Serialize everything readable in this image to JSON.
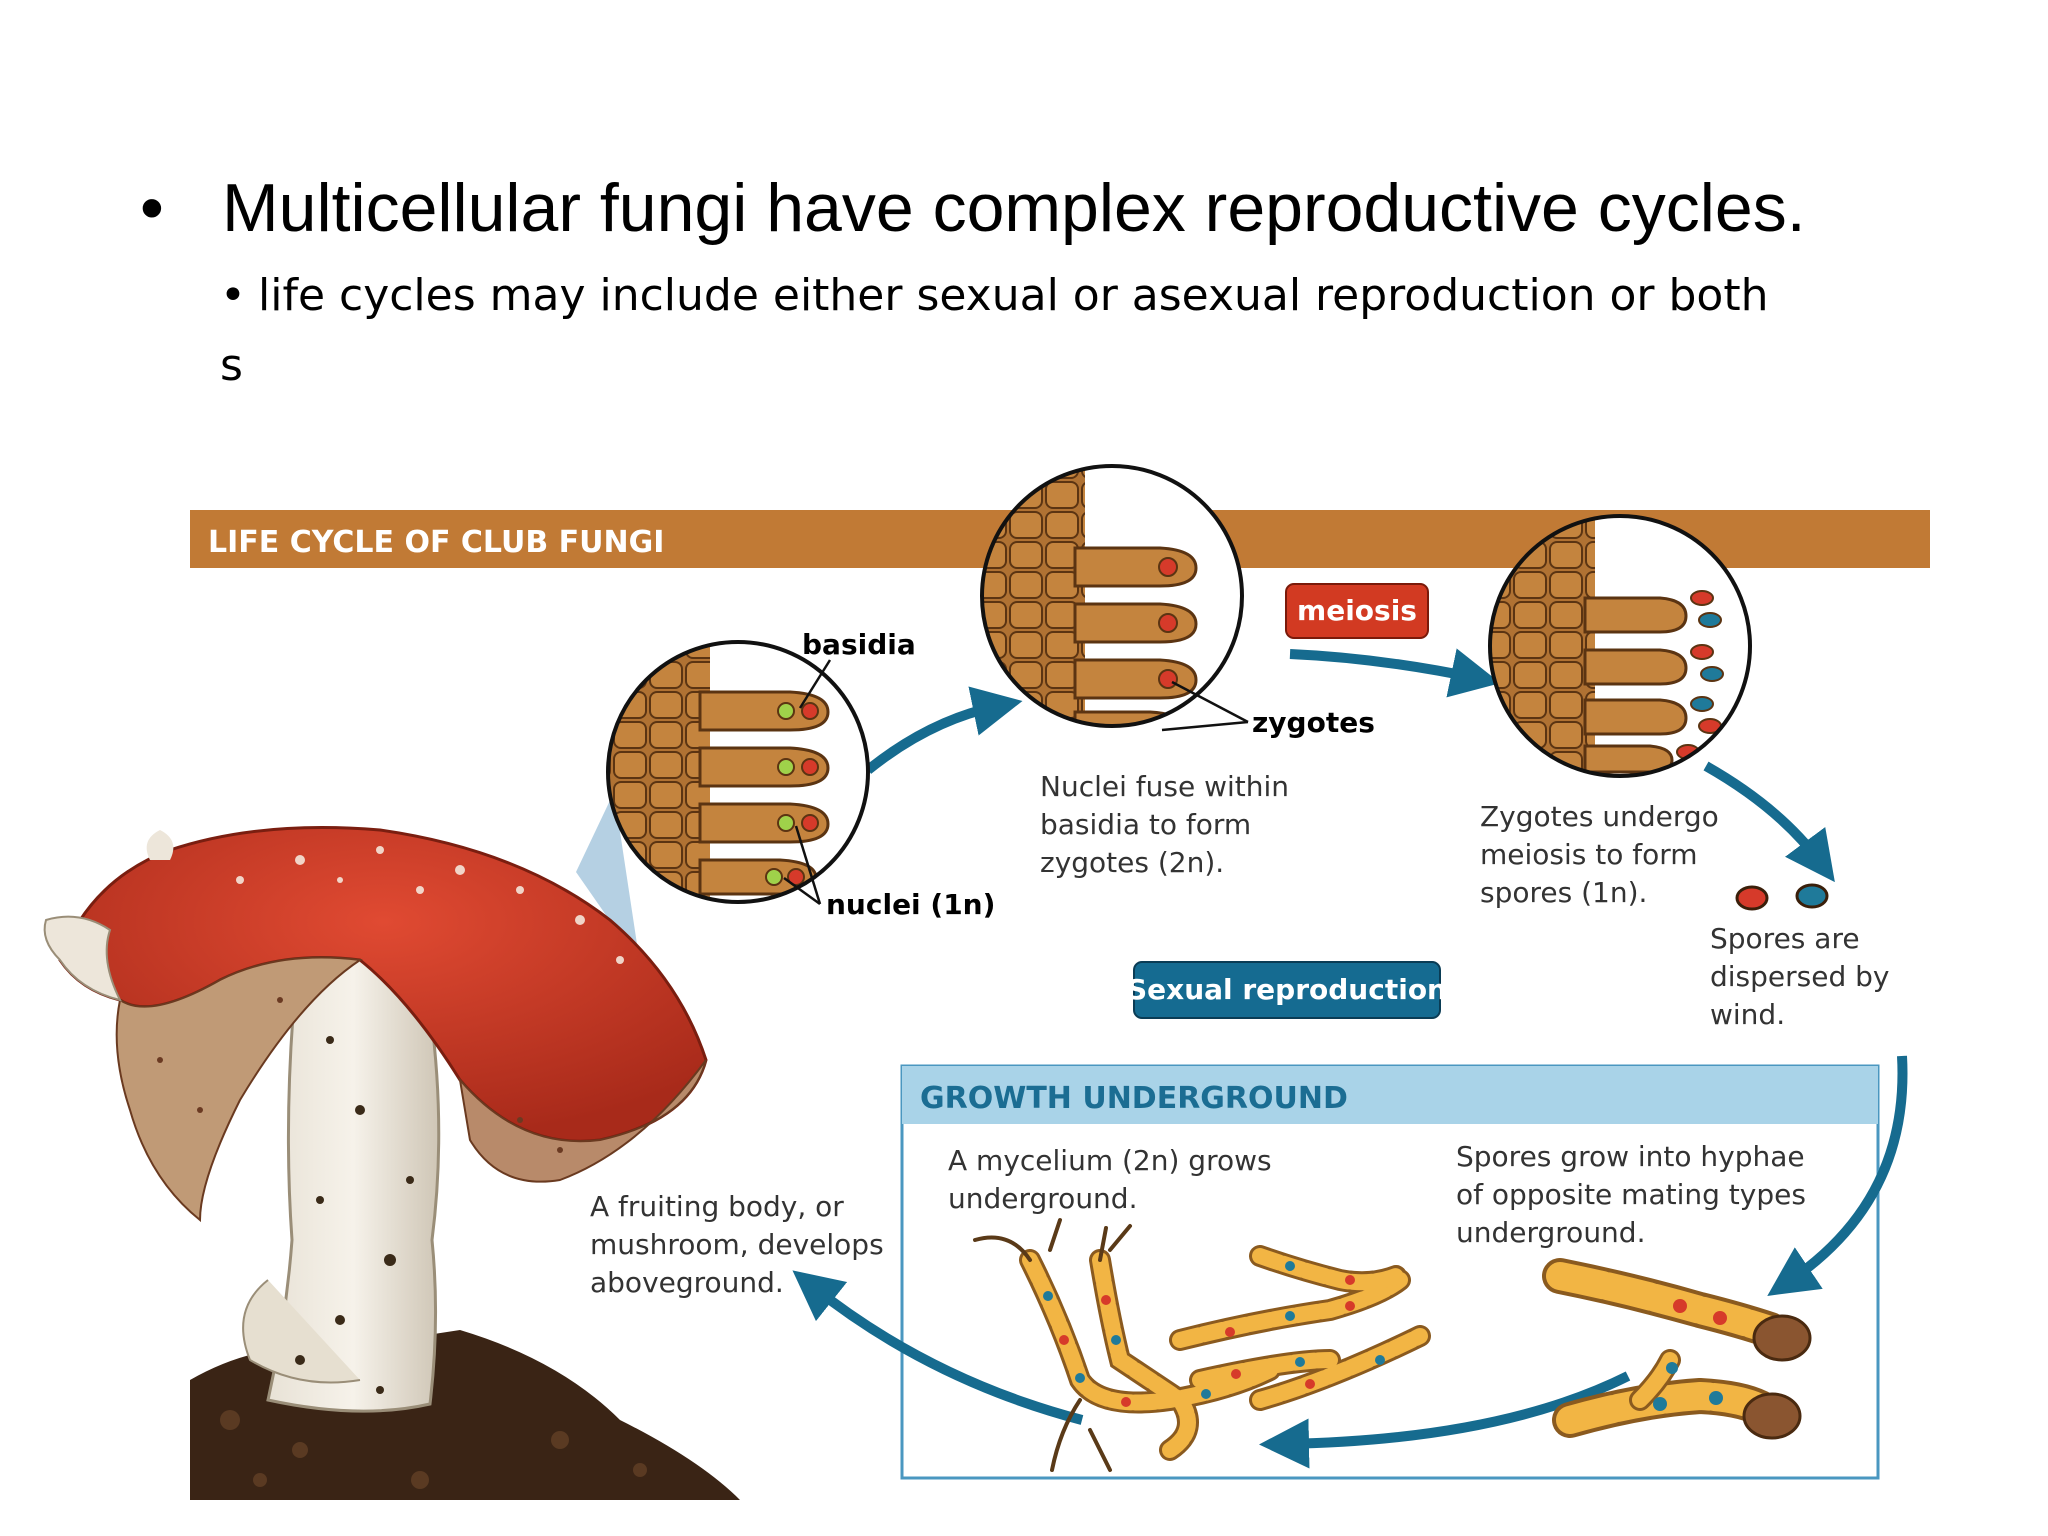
{
  "slide": {
    "bullet_glyph": "•",
    "heading": "Multicellular fungi have complex reproductive cycles.",
    "sub_bullet_glyph": "•",
    "sub_bullet": "life cycles may include either sexual or asexual reproduction or both",
    "stray_text": "s"
  },
  "figure": {
    "banner_title": "LIFE CYCLE OF CLUB FUNGI",
    "labels": {
      "basidia": "basidia",
      "nuclei": "nuclei (1n)",
      "zygotes": "zygotes",
      "meiosis": "meiosis",
      "sexual_reproduction": "Sexual reproduction",
      "growth_underground": "GROWTH UNDERGROUND"
    },
    "captions": {
      "fuse": [
        "Nuclei fuse within",
        "basidia to form",
        "zygotes (2n)."
      ],
      "meiosis": [
        "Zygotes undergo",
        "meiosis to form",
        "spores (1n)."
      ],
      "dispersed": [
        "Spores are",
        "dispersed by",
        "wind."
      ],
      "mycelium": [
        "A mycelium (2n) grows",
        "underground."
      ],
      "hyphae": [
        "Spores grow into hyphae",
        "of opposite mating types",
        "underground."
      ],
      "fruiting": [
        "A fruiting body, or",
        "mushroom, develops",
        "aboveground."
      ]
    },
    "colors": {
      "banner": "#c17a35",
      "cycle_arrow": "#166b8f",
      "meiosis_badge": "#d23a22",
      "sexual_badge": "#156b91",
      "underground_header": "#a9d3e8",
      "underground_title": "#1b6d93",
      "mushroom_cap": "#d6402c",
      "cell_tan": "#b87a36",
      "hyphae_yellow": "#f2b544"
    }
  }
}
